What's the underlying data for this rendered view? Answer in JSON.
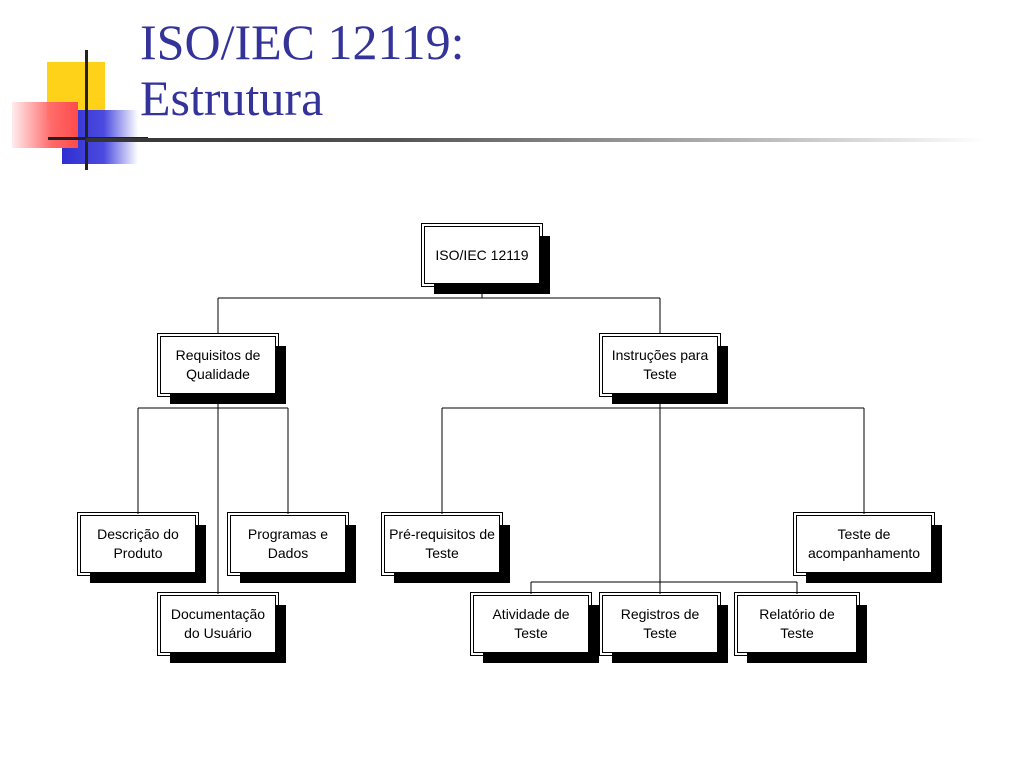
{
  "slide": {
    "title_line1": "ISO/IEC 12119:",
    "title_line2": "Estrutura"
  },
  "diagram": {
    "root": "ISO/IEC 12119",
    "requisitos": "Requisitos de Qualidade",
    "instrucoes": "Instruções para Teste",
    "descricao": "Descrição do Produto",
    "programas": "Programas e Dados",
    "documentacao": "Documentação do Usuário",
    "prerequisitos": "Pré-requisitos de Teste",
    "acompanhamento": "Teste de acompanhamento",
    "atividade": "Atividade de Teste",
    "registros": "Registros de Teste",
    "relatorio": "Relatório de Teste"
  },
  "colors": {
    "title": "#33339a",
    "logo_yellow": "#ffd21a",
    "logo_blue": "#2f2fd0",
    "logo_red": "#ff4b4b"
  }
}
